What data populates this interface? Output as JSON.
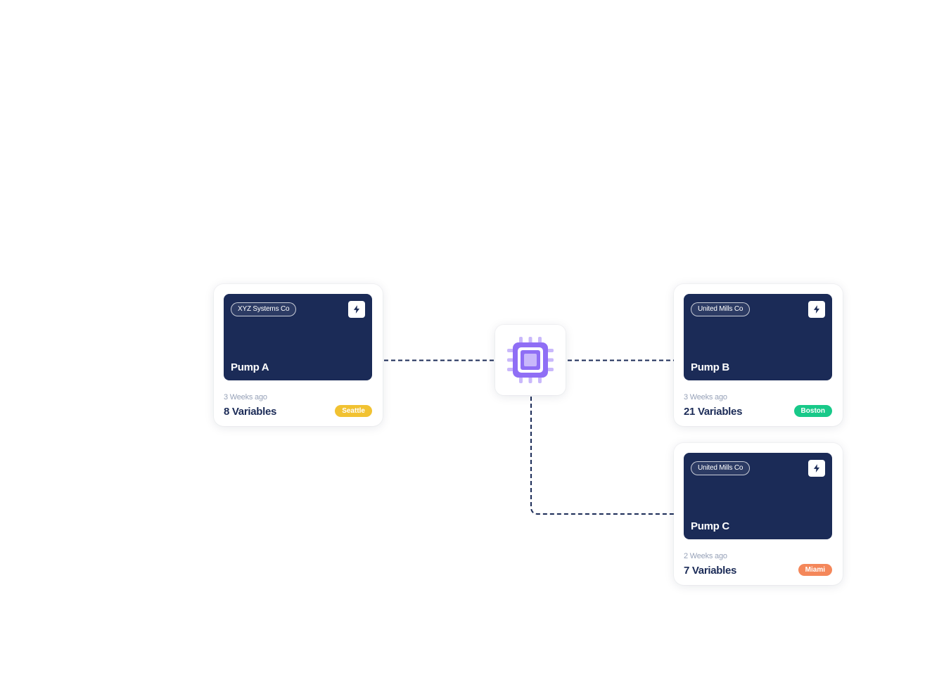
{
  "colors": {
    "card_dark": "#1b2b57",
    "connector": "#1b2b57",
    "chip_purple": "#8f6ef5",
    "chip_light": "#c9b8fb"
  },
  "hub": {
    "icon": "cpu-chip-icon"
  },
  "devices": [
    {
      "org": "XYZ Systems Co",
      "name": "Pump A",
      "time_ago": "3 Weeks ago",
      "variables": "8 Variables",
      "location": "Seattle",
      "location_color": "#f1c232",
      "icon": "lightning-bolt-icon"
    },
    {
      "org": "United Mills Co",
      "name": "Pump B",
      "time_ago": "3 Weeks ago",
      "variables": "21 Variables",
      "location": "Boston",
      "location_color": "#18c989",
      "icon": "lightning-bolt-icon"
    },
    {
      "org": "United Mills Co",
      "name": "Pump C",
      "time_ago": "2 Weeks ago",
      "variables": "7 Variables",
      "location": "Miami",
      "location_color": "#f4875a",
      "icon": "lightning-bolt-icon"
    }
  ]
}
